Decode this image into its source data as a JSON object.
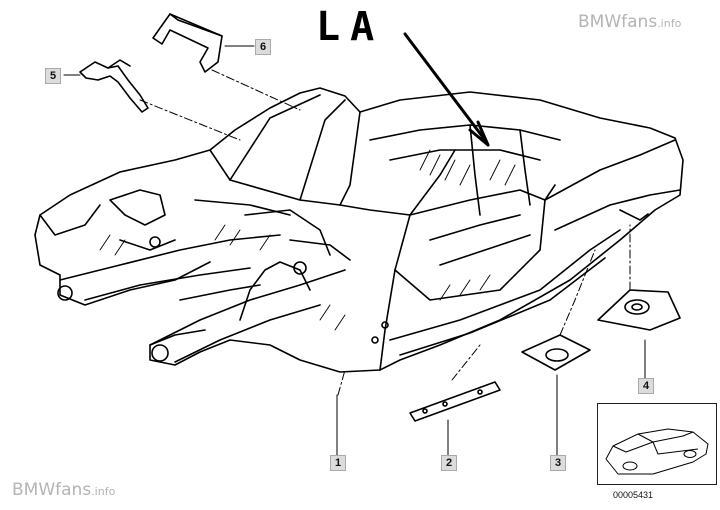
{
  "annotation": {
    "handwritten": "LA"
  },
  "callouts": {
    "c1": "1",
    "c2": "2",
    "c3": "3",
    "c4": "4",
    "c5": "5",
    "c6": "6"
  },
  "inset": {
    "id": "00005431"
  },
  "watermark": {
    "top_brand": "BMWfans",
    "top_suffix": ".info",
    "bottom_brand": "BMWfans",
    "bottom_suffix": ".info"
  }
}
